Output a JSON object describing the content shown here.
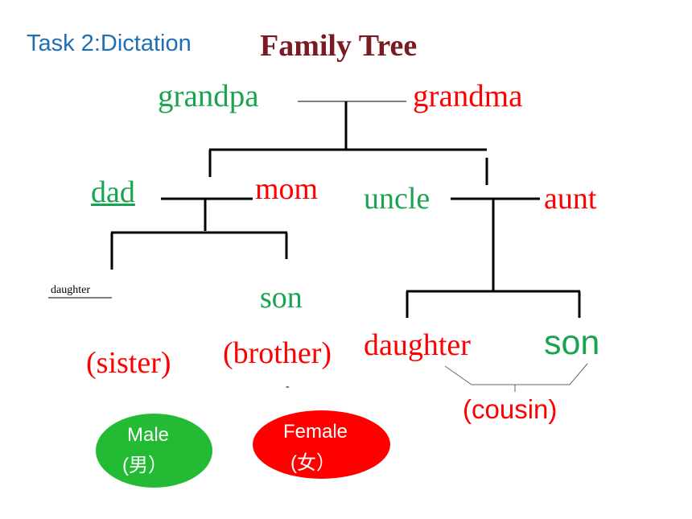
{
  "task_label": "Task 2:Dictation",
  "title": "Family  Tree",
  "colors": {
    "green": "#1aa452",
    "red": "#ff0000",
    "blue": "#1f6fb4",
    "title": "#7a1a23",
    "male_fill": "#22bb33",
    "female_fill": "#ff0000",
    "line": "#000000"
  },
  "tree": {
    "grandpa": "grandpa",
    "grandma": "grandma",
    "dad": "dad",
    "mom": "mom",
    "uncle": "uncle",
    "aunt": "aunt",
    "daughter_left": "daughter",
    "son_left": "son",
    "sister": "(sister)",
    "brother": "(brother)",
    "dash": "-",
    "daughter_right": "daughter",
    "son_right": "son",
    "cousin": "(cousin)"
  },
  "legend": {
    "male_line1": "Male",
    "male_line2": "(男）",
    "female_line1": "Female",
    "female_line2": "(女）"
  }
}
